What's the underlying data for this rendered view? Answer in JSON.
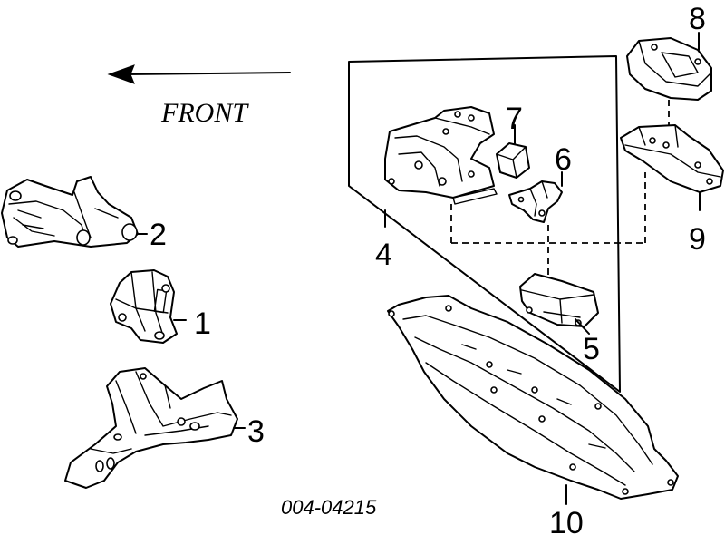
{
  "direction_label": "FRONT",
  "diagram_code": "004-04215",
  "callouts": {
    "p1": "1",
    "p2": "2",
    "p3": "3",
    "p4": "4",
    "p5": "5",
    "p6": "6",
    "p7": "7",
    "p8": "8",
    "p9": "9",
    "p10": "10"
  }
}
